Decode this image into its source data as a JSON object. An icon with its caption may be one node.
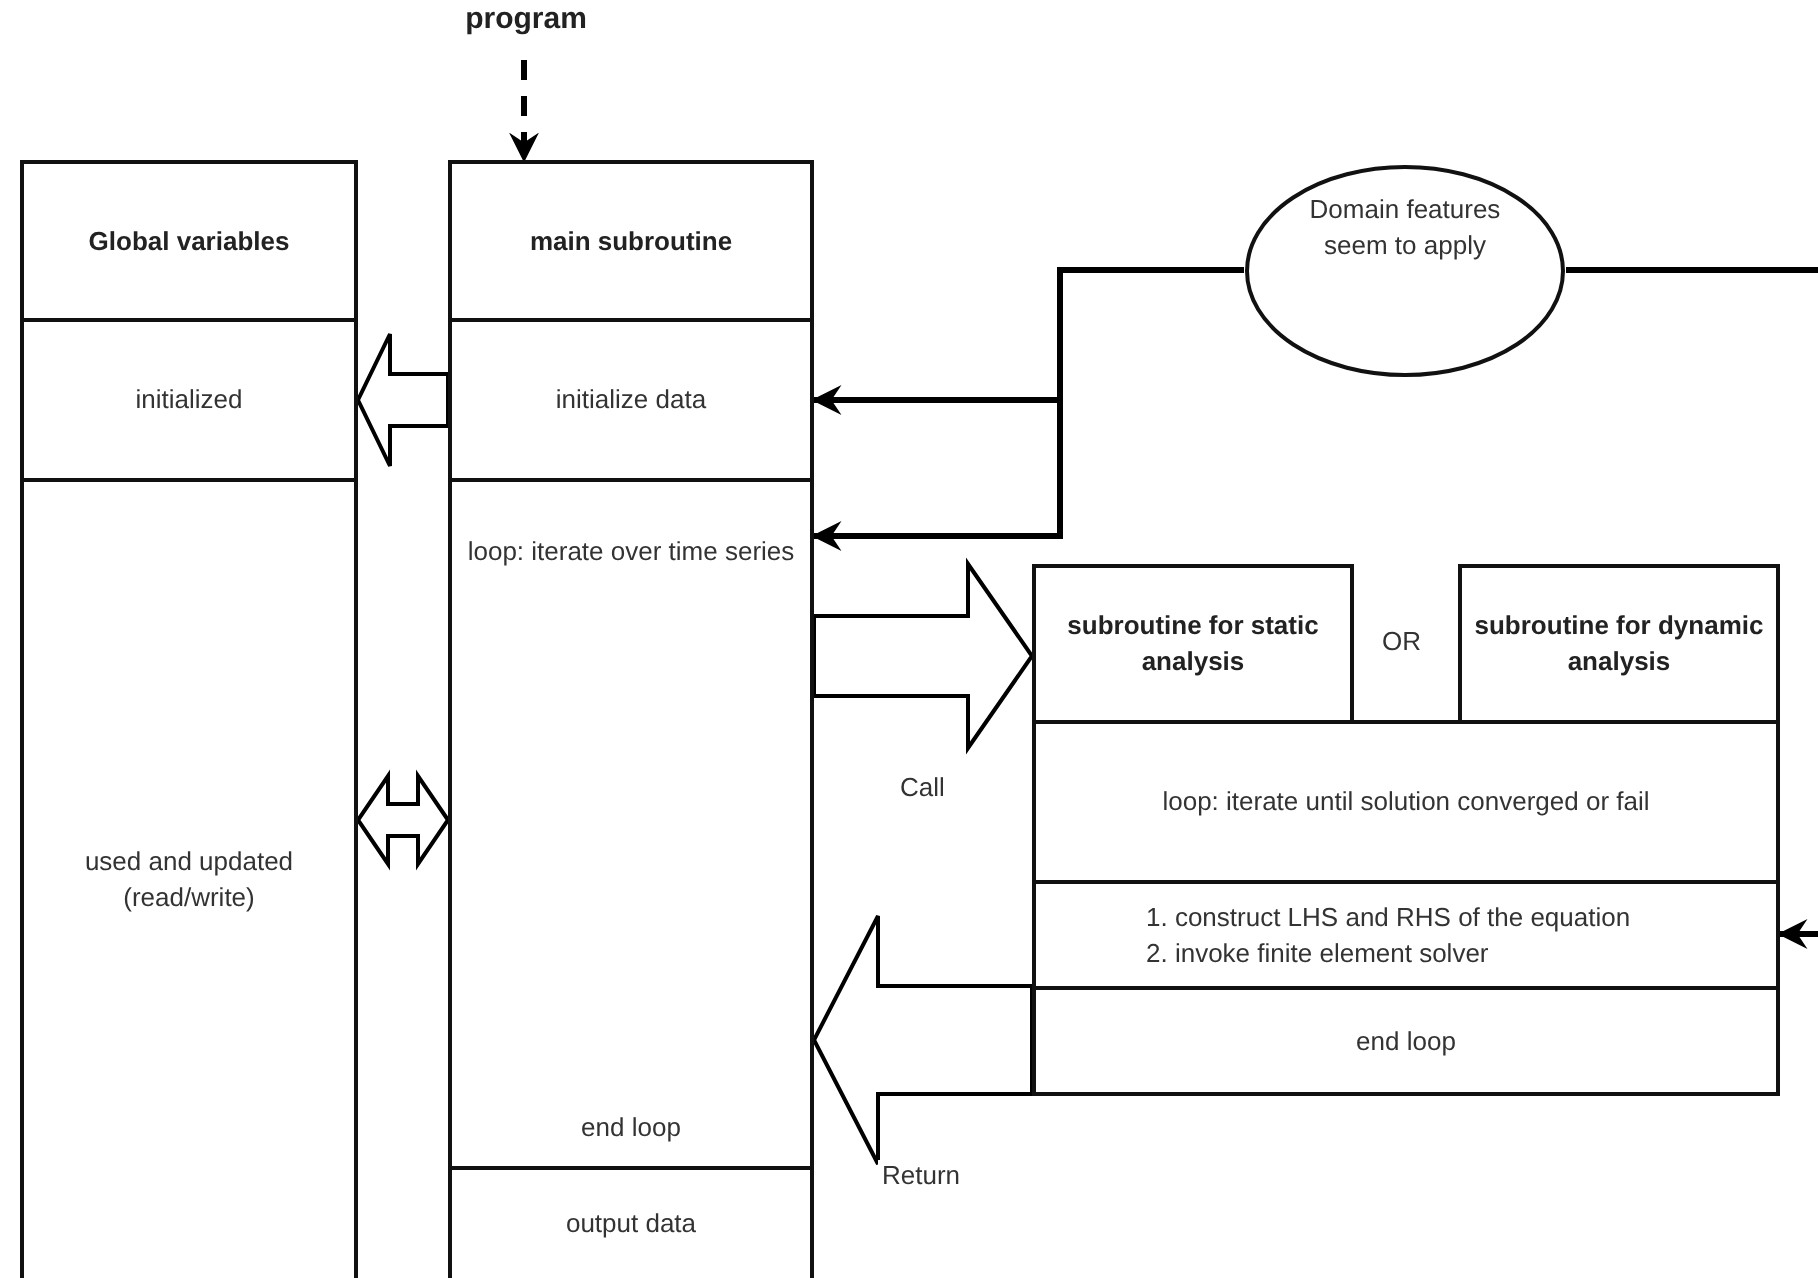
{
  "diagram": {
    "nodes": [
      {
        "text": [
          "program"
        ]
      },
      {
        "text": [
          "Global variables"
        ]
      },
      {
        "text": [
          "initialized"
        ]
      },
      {
        "text": [
          "used and updated (read/write)"
        ]
      },
      {
        "text": [
          "main subroutine"
        ]
      },
      {
        "text": [
          "initialize data"
        ]
      },
      {
        "text": [
          "loop: iterate over time series",
          "end loop"
        ]
      },
      {
        "text": [
          "output data"
        ]
      },
      {
        "text": [
          "Domain features seem to apply"
        ]
      },
      {
        "text": [
          "subroutine for static analysis"
        ]
      },
      {
        "text": [
          "subroutine for dynamic analysis"
        ]
      },
      {
        "text": [
          "loop: iterate until solution converged or fail"
        ]
      },
      {
        "text": [
          "1. construct LHS and RHS of the equation",
          "2. invoke finite element solver"
        ]
      },
      {
        "text": [
          "end loop"
        ]
      }
    ],
    "edges": [
      {
        "from": 0,
        "to": 4,
        "arrow": "to",
        "style": "dashed"
      },
      {
        "from": 5,
        "to": 2,
        "arrow": "to",
        "style": "thick"
      },
      {
        "from": 6,
        "to": 3,
        "arrow": "both",
        "style": "thick"
      },
      {
        "from": 6,
        "to": 9,
        "arrow": "to",
        "style": "thick",
        "label": "Call"
      },
      {
        "from": 13,
        "to": 6,
        "arrow": "to",
        "style": "thick",
        "label": "Return"
      },
      {
        "from": 8,
        "to": 5,
        "arrow": "to"
      },
      {
        "from": 8,
        "to": 6,
        "arrow": "to"
      },
      {
        "from": 8,
        "to": null,
        "arrow": "none"
      },
      {
        "from": null,
        "to": 12,
        "arrow": "to"
      }
    ],
    "labels": [
      "OR"
    ]
  }
}
